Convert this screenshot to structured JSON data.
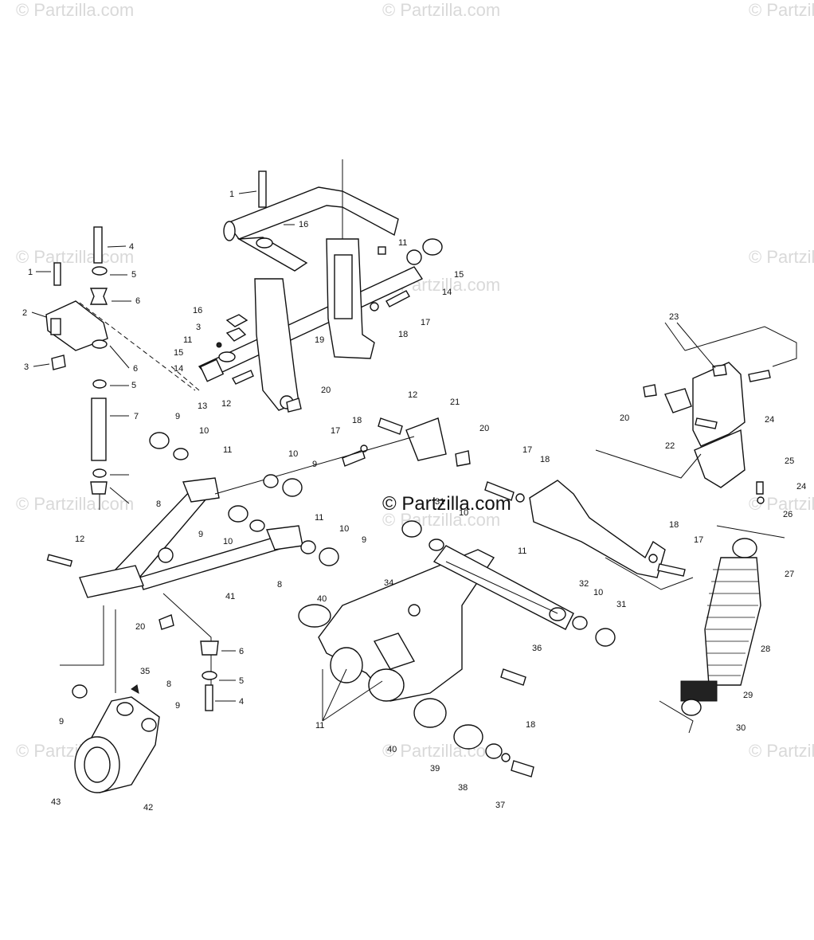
{
  "watermarks": [
    {
      "text": "© Partzilla.com"
    },
    {
      "text": "© Partzilla.com"
    },
    {
      "text": "© Partzilla.com"
    },
    {
      "text": "© Partzilla.com"
    },
    {
      "text": "© Partzilla.com"
    },
    {
      "text": "© Partzilla.com"
    },
    {
      "text": "© Partzilla.com"
    },
    {
      "text": "© Partzilla.com"
    },
    {
      "text": "© Partzilla.com"
    },
    {
      "text": "© Partzilla.com"
    },
    {
      "text": "© Partzilla.com"
    },
    {
      "text": "© Partzilla.com"
    }
  ],
  "center_watermark": "© Partzilla.com",
  "callouts": [
    "1",
    "16",
    "4",
    "11",
    "15",
    "14",
    "17",
    "18",
    "1",
    "5",
    "6",
    "16",
    "3",
    "11",
    "19",
    "15",
    "2",
    "14",
    "6",
    "13",
    "12",
    "20",
    "3",
    "5",
    "7",
    "12",
    "21",
    "9",
    "10",
    "18",
    "20",
    "17",
    "11",
    "23",
    "20",
    "24",
    "22",
    "10",
    "9",
    "17",
    "25",
    "24",
    "18",
    "26",
    "8",
    "31",
    "10",
    "11",
    "10",
    "12",
    "9",
    "18",
    "17",
    "10",
    "9",
    "27",
    "8",
    "11",
    "20",
    "41",
    "34",
    "32",
    "10",
    "40",
    "28",
    "31",
    "6",
    "36",
    "5",
    "35",
    "4",
    "8",
    "29",
    "9",
    "9",
    "30",
    "11",
    "18",
    "40",
    "39",
    "43",
    "38",
    "42",
    "37"
  ]
}
